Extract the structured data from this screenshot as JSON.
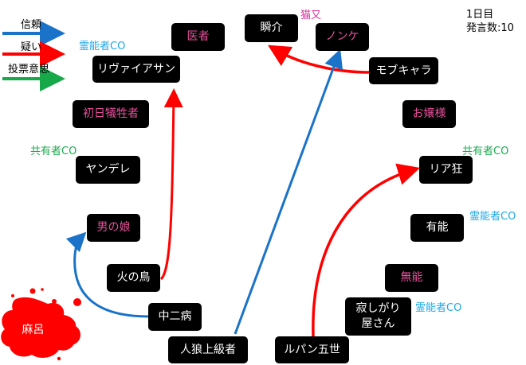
{
  "legend": [
    {
      "label": "信頼",
      "color": "#1a73c8"
    },
    {
      "label": "疑い",
      "color": "#ff0000"
    },
    {
      "label": "投票意思",
      "color": "#17a84a"
    }
  ],
  "info": {
    "day": "1日目",
    "statements": "発言数:10"
  },
  "nodes": [
    {
      "id": "iso",
      "label": "医者",
      "color": "pink"
    },
    {
      "id": "shunsuke",
      "label": "瞬介",
      "color": "white"
    },
    {
      "id": "nonke",
      "label": "ノンケ",
      "color": "pink"
    },
    {
      "id": "leviathan",
      "label": "リヴァイアサン",
      "color": "white"
    },
    {
      "id": "mobchara",
      "label": "モブキャラ",
      "color": "white"
    },
    {
      "id": "shonichi",
      "label": "初日犠牲者",
      "color": "pink"
    },
    {
      "id": "ojousama",
      "label": "お嬢様",
      "color": "pink"
    },
    {
      "id": "yandere",
      "label": "ヤンデレ",
      "color": "white"
    },
    {
      "id": "riakyo",
      "label": "リア狂",
      "color": "white"
    },
    {
      "id": "otokonoko",
      "label": "男の娘",
      "color": "pink"
    },
    {
      "id": "yuno",
      "label": "有能",
      "color": "white"
    },
    {
      "id": "hinotori",
      "label": "火の鳥",
      "color": "white"
    },
    {
      "id": "muno",
      "label": "無能",
      "color": "pink"
    },
    {
      "id": "chuni",
      "label": "中二病",
      "color": "white"
    },
    {
      "id": "sabishigari",
      "label": "寂しがり屋さん",
      "line1": "寂しがり",
      "line2": "屋さん",
      "color": "white"
    },
    {
      "id": "maro",
      "label": "麻呂",
      "color": "white",
      "status": "dead"
    },
    {
      "id": "jinro",
      "label": "人狼上級者",
      "color": "white"
    },
    {
      "id": "lupin",
      "label": "ルパン五世",
      "color": "white"
    }
  ],
  "tags": [
    {
      "target": "leviathan",
      "label": "霊能者CO",
      "color": "blue"
    },
    {
      "target": "shunsuke",
      "label": "猫又",
      "color": "magenta"
    },
    {
      "target": "yandere",
      "label": "共有者CO",
      "color": "green"
    },
    {
      "target": "riakyo",
      "label": "共有者CO",
      "color": "green"
    },
    {
      "target": "yuno",
      "label": "霊能者CO",
      "color": "blue"
    },
    {
      "target": "sabishigari",
      "label": "霊能者CO",
      "color": "blue"
    }
  ],
  "edges": [
    {
      "from": "mobchara",
      "to": "shunsuke",
      "type": "疑い"
    },
    {
      "from": "jinro",
      "to": "nonke",
      "type": "信頼"
    },
    {
      "from": "hinotori",
      "to": "leviathan",
      "type": "疑い"
    },
    {
      "from": "chuni",
      "to": "otokonoko",
      "type": "信頼"
    },
    {
      "from": "lupin",
      "to": "riakyo",
      "type": "疑い"
    }
  ]
}
